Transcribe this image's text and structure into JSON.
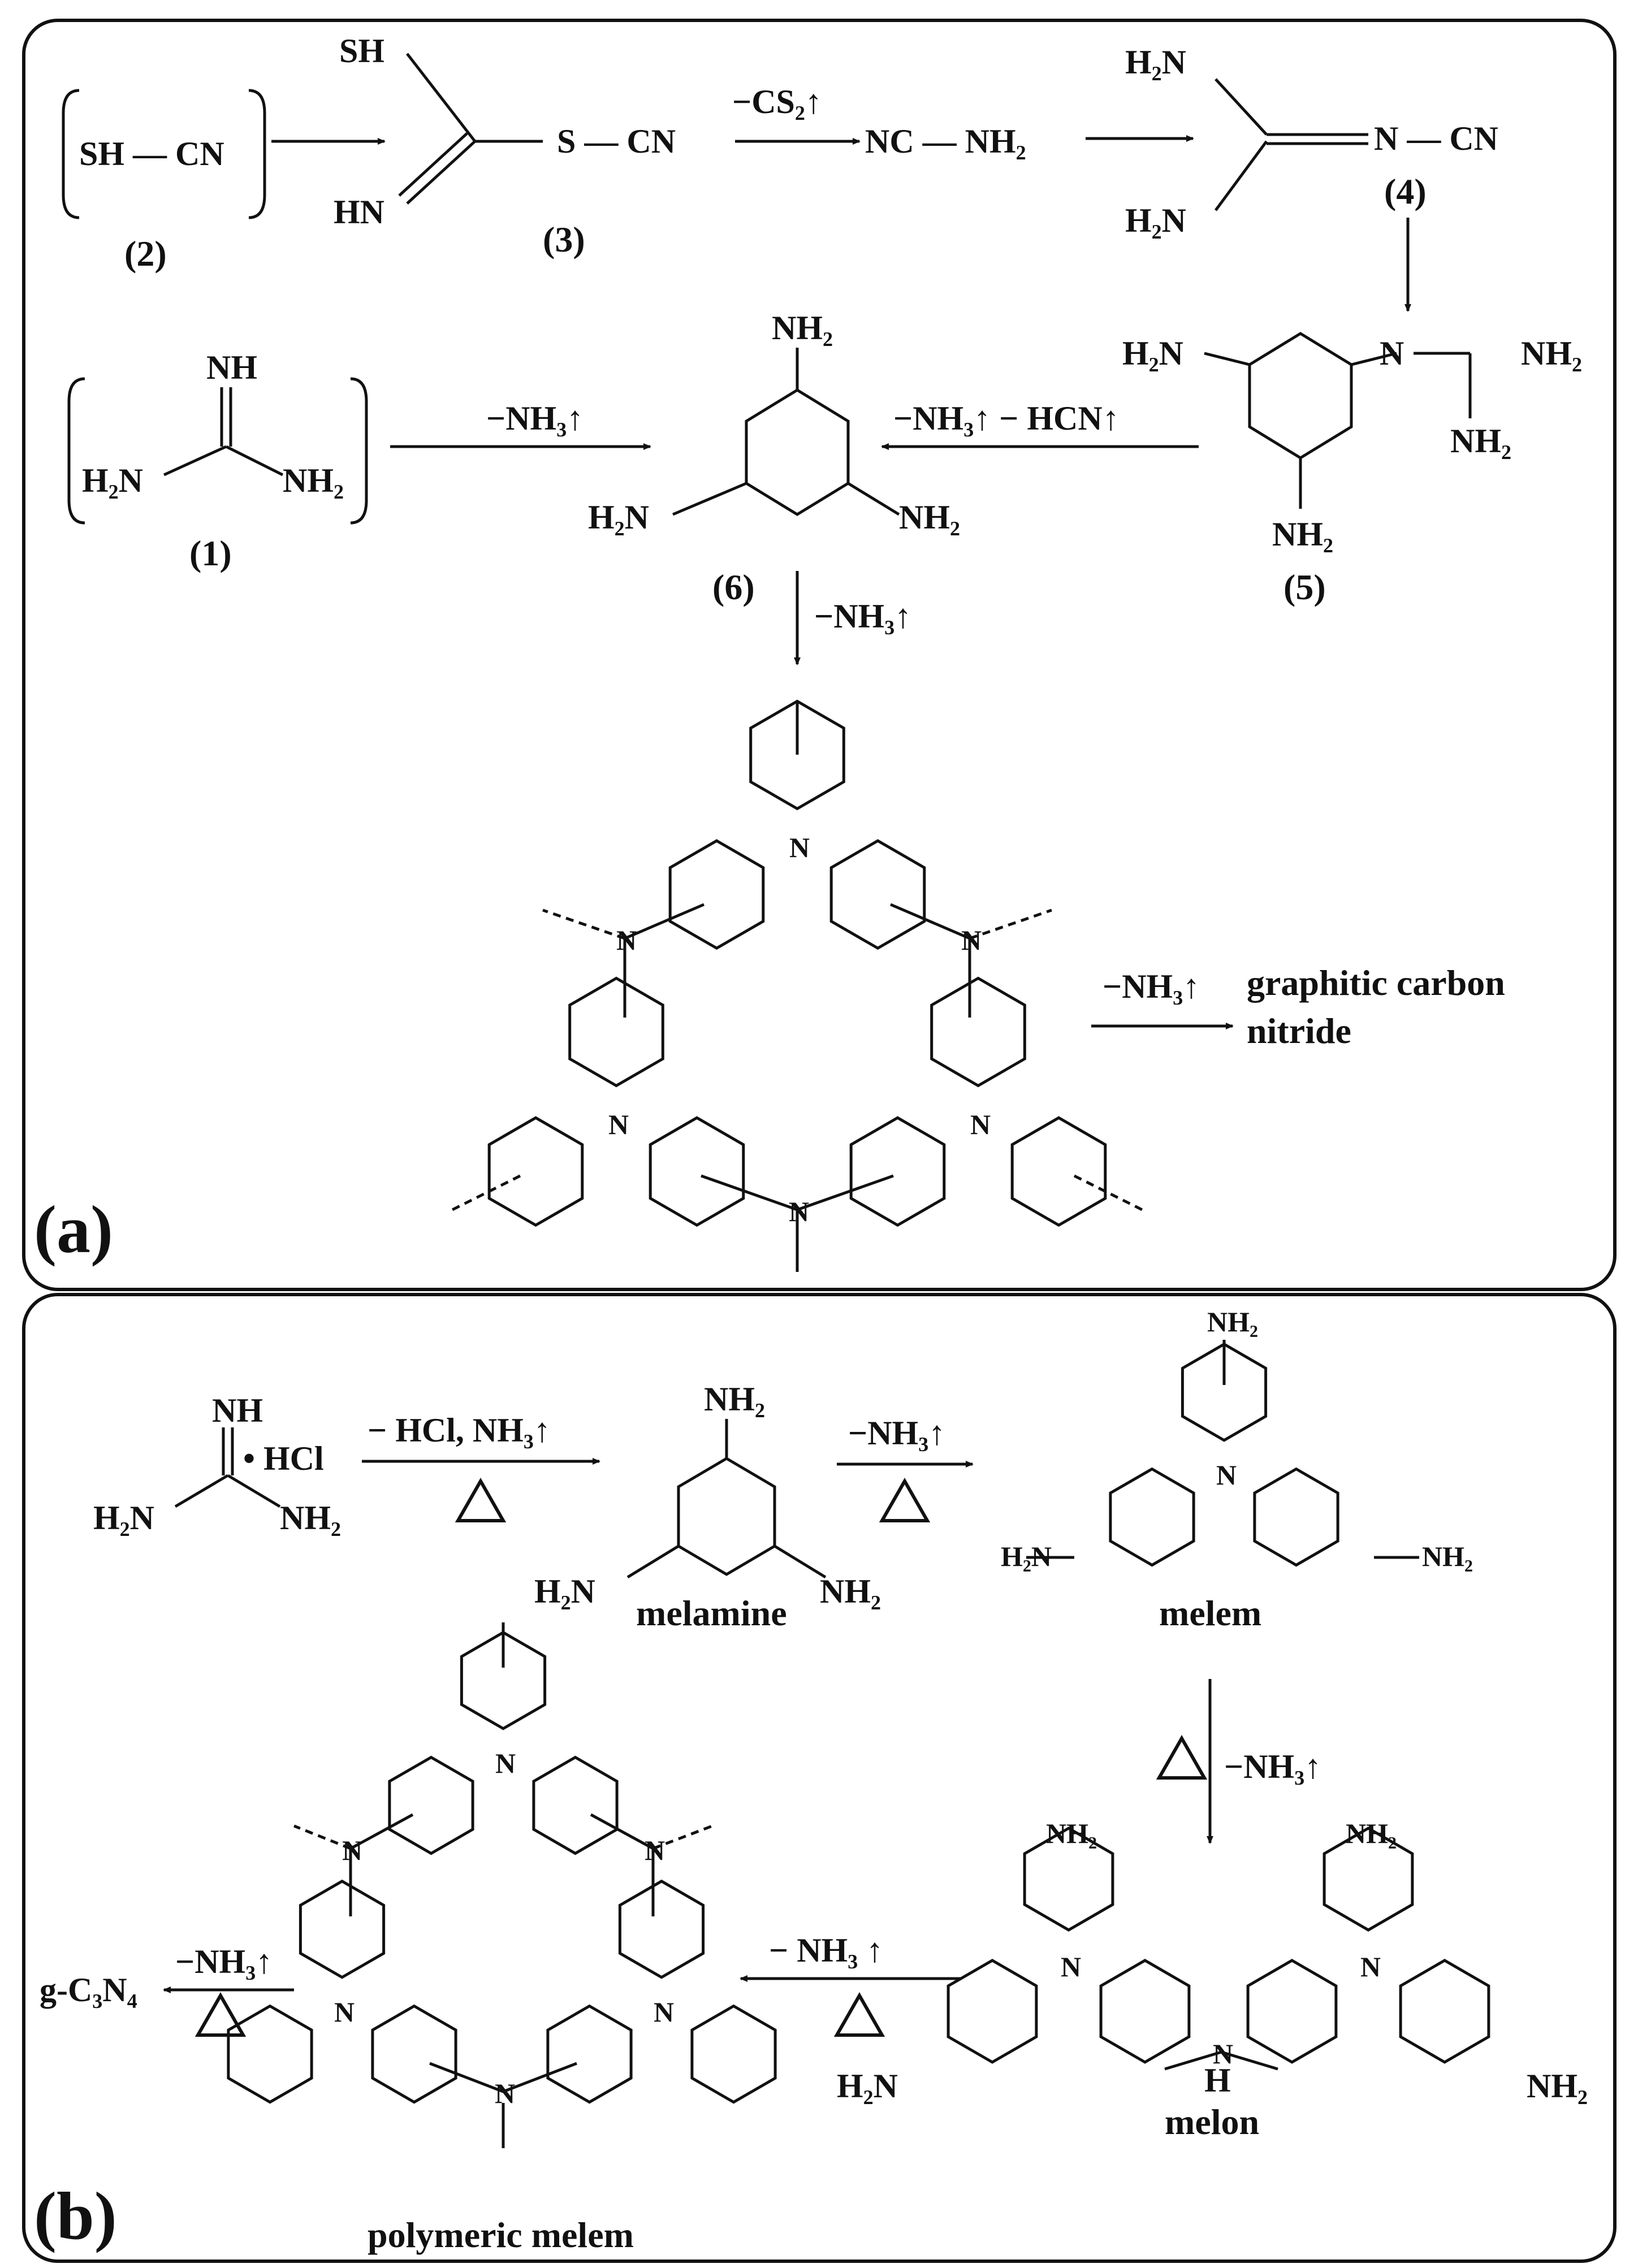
{
  "colors": {
    "ink": "#111111",
    "background": "#ffffff"
  },
  "panel_a": {
    "tag": "(a)",
    "sh_cn": "SH — CN",
    "sh": "SH",
    "hn": "HN",
    "s_cn": "S — CN",
    "nc_nh2": "NC — NH₂",
    "h2n": "H₂N",
    "nh2": "NH₂",
    "nh": "NH",
    "n_cn": "N — CN",
    "lbl_1": "(1)",
    "lbl_2": "(2)",
    "lbl_3": "(3)",
    "lbl_4": "(4)",
    "lbl_5": "(5)",
    "lbl_6": "(6)",
    "arrow_cs2": "−CS₂↑",
    "arrow_nh3": "−NH₃↑",
    "arrow_nh3_hcn": "−NH₃↑ − HCN↑",
    "product_line1": "graphitic carbon",
    "product_line2": "nitride",
    "ring_atom": "N"
  },
  "panel_b": {
    "tag": "(b)",
    "hcl": "• HCl",
    "nh": "NH",
    "h2n": "H₂N",
    "nh2": "NH₂",
    "h": "H",
    "arrow_1": "− HCl, NH₃↑",
    "arrow_nh3": "−NH₃↑",
    "arrow_nh3_spaced": "− NH₃ ↑",
    "heat": "△",
    "melamine": "melamine",
    "melem": "melem",
    "melon": "melon",
    "polymeric_melem": "polymeric melem",
    "gcn": "g-C₃N₄",
    "ring_atom": "N"
  }
}
